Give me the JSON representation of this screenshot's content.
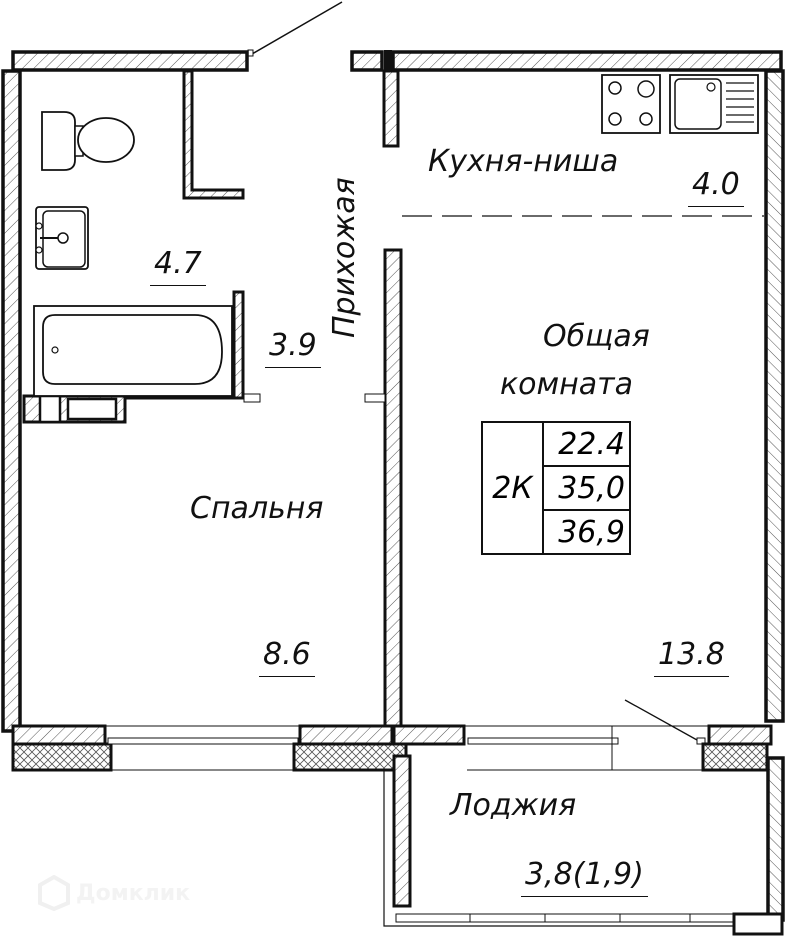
{
  "plan": {
    "type": "apartment-floor-plan",
    "apartment": {
      "type_label": "2К",
      "living_area": "22.4",
      "total_area": "35,0",
      "total_area_with_loggia": "36,9"
    },
    "rooms": [
      {
        "id": "bathroom",
        "name": "",
        "area": "4.7"
      },
      {
        "id": "hallway",
        "name": "Прихожая",
        "area": "3.9"
      },
      {
        "id": "kitchen-niche",
        "name": "Кухня-ниша",
        "area": "4.0"
      },
      {
        "id": "living-room",
        "name_line1": "Общая",
        "name_line2": "комната",
        "area": "13.8"
      },
      {
        "id": "bedroom",
        "name": "Спальня",
        "area": "8.6"
      },
      {
        "id": "loggia",
        "name": "Лоджия",
        "area": "3,8(1,9)"
      }
    ],
    "colors": {
      "line": "#111111",
      "hatch": "#555555",
      "background": "#ffffff",
      "watermark": "#f0f0f0"
    }
  },
  "watermark": {
    "text": "Домклик",
    "icon": "domclick-logo-icon"
  }
}
